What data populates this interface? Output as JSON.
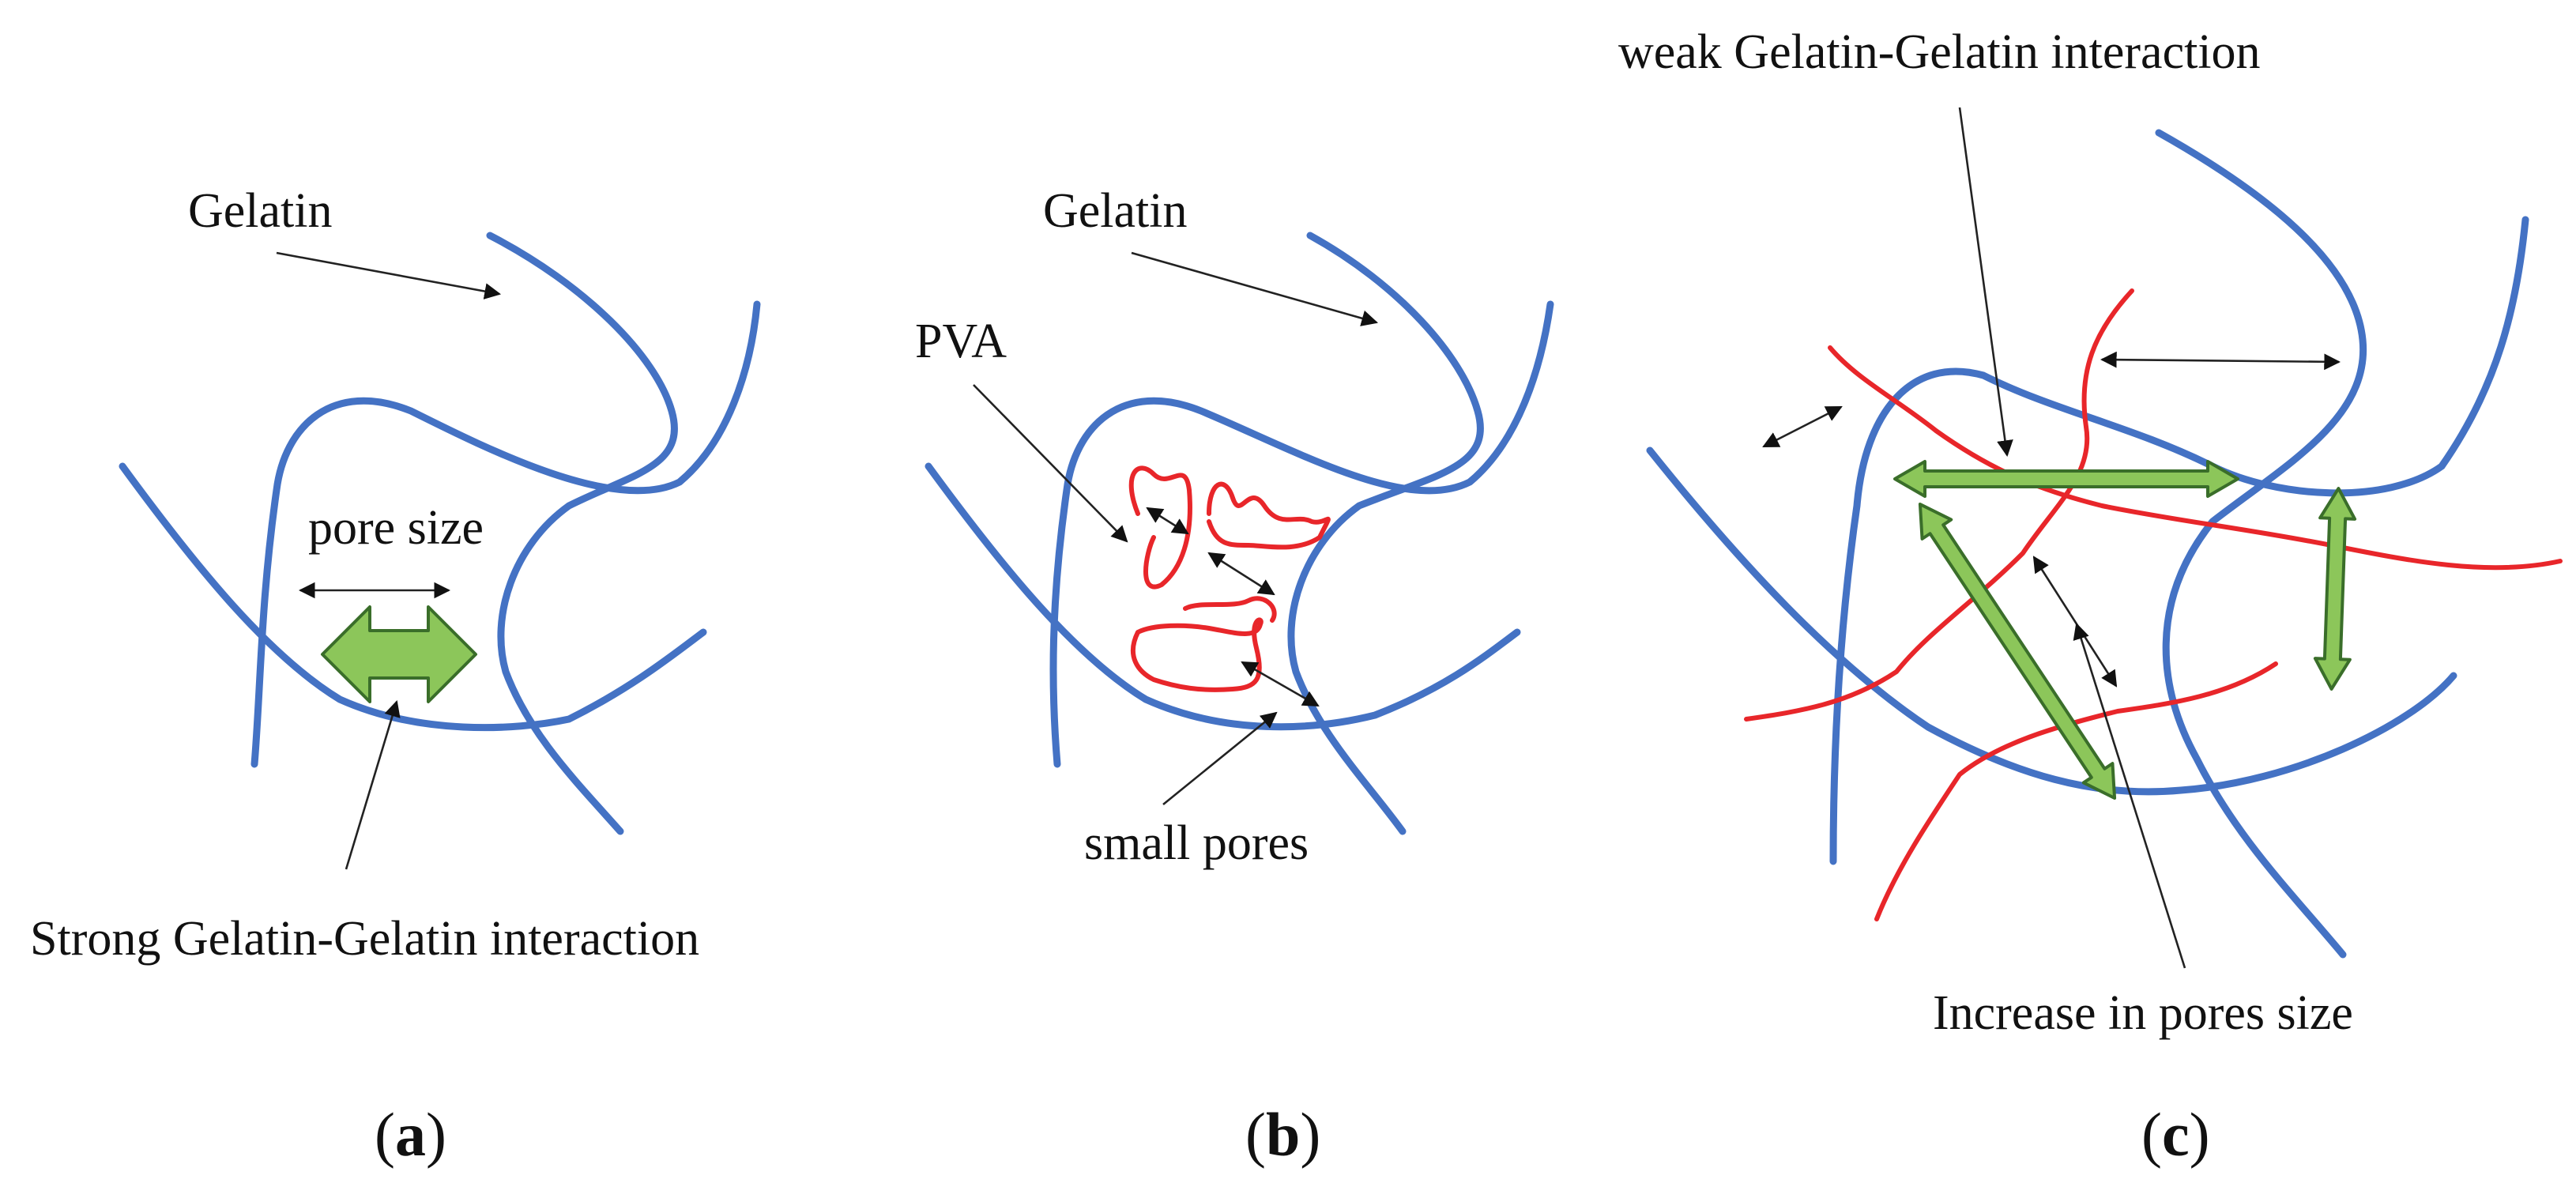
{
  "colors": {
    "gelatin": "#4472c4",
    "pva": "#e8262a",
    "green_arrow": "#8cc65a",
    "text": "#111111"
  },
  "panel_a": {
    "gelatin_label": "Gelatin",
    "pore_size_label": "pore size",
    "interaction_label": "Strong Gelatin-Gelatin interaction",
    "caption_open": "(",
    "caption_letter": "a",
    "caption_close": ")"
  },
  "panel_b": {
    "gelatin_label": "Gelatin",
    "pva_label": "PVA",
    "small_pores_label": "small pores",
    "caption_open": "(",
    "caption_letter": "b",
    "caption_close": ")"
  },
  "panel_c": {
    "weak_label": "weak Gelatin-Gelatin interaction",
    "increase_label": "Increase in pores size",
    "caption_open": "(",
    "caption_letter": "c",
    "caption_close": ")"
  }
}
